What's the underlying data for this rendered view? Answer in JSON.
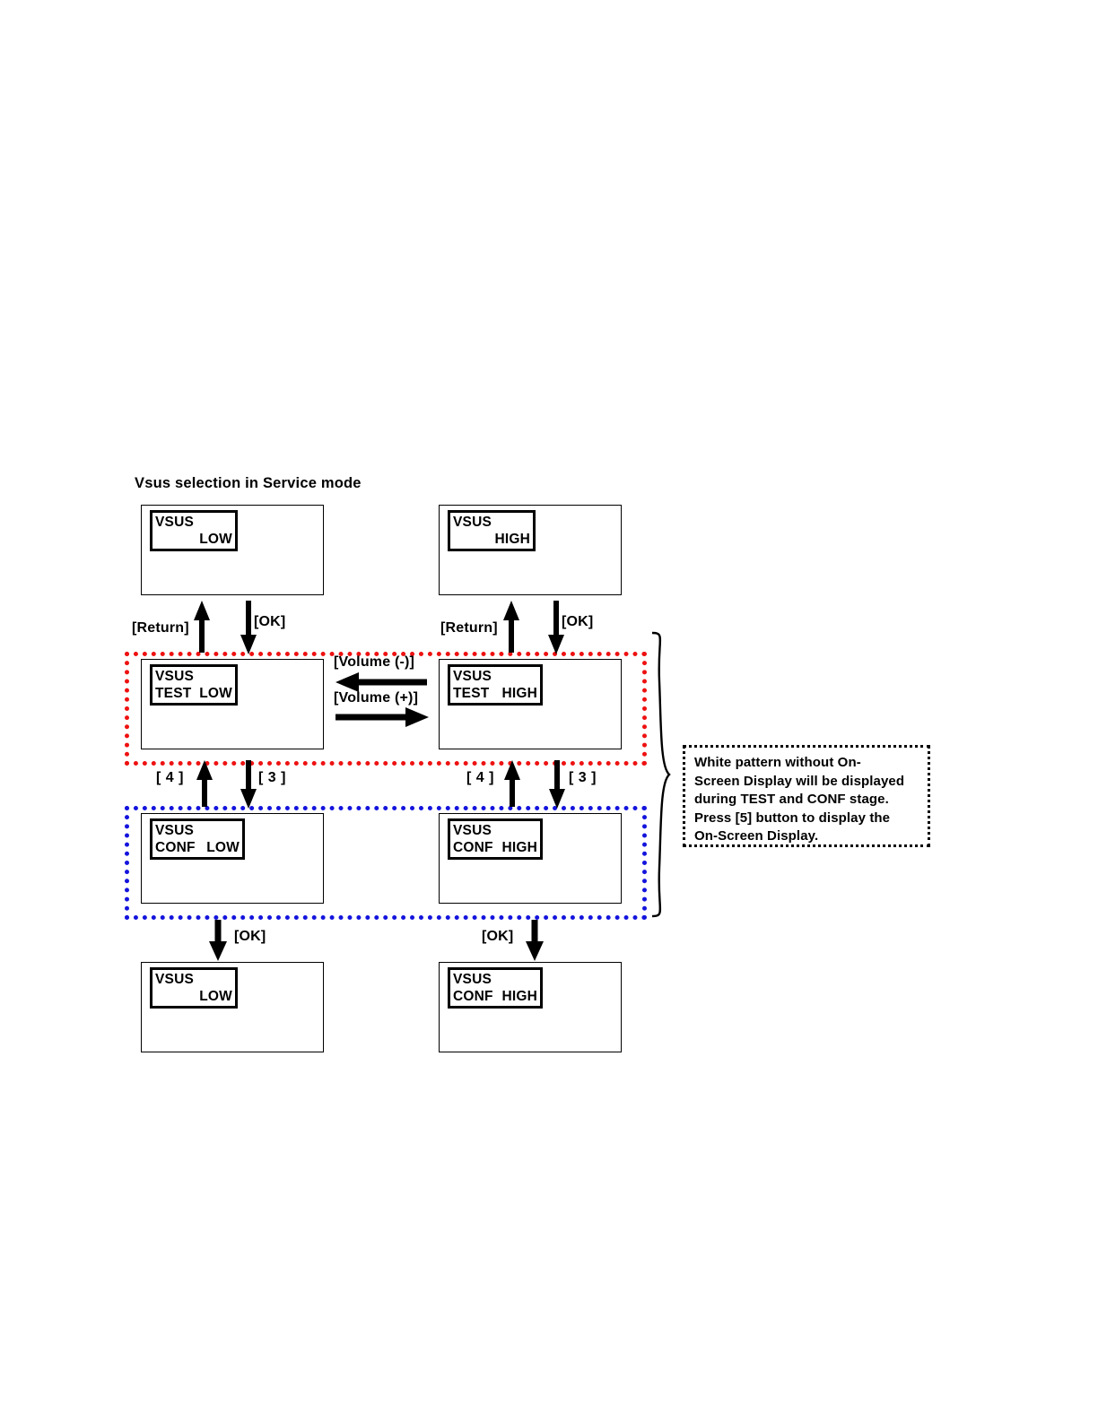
{
  "diagram": {
    "title": "Vsus selection in Service mode",
    "note": {
      "lines": [
        "White pattern without On-",
        "Screen Display will be displayed",
        "during TEST and CONF stage.",
        "Press [5] button to display the",
        "On-Screen Display."
      ]
    },
    "colors": {
      "test_group_border": "#ee1111",
      "conf_group_border": "#1414dd",
      "note_border": "#000000",
      "box_border": "#000000"
    },
    "screens": [
      {
        "id": "vsus-low",
        "osd_title": "VSUS",
        "osd_mode": "",
        "osd_value": "LOW",
        "layout": "value-right"
      },
      {
        "id": "vsus-high",
        "osd_title": "VSUS",
        "osd_mode": "",
        "osd_value": "HIGH",
        "layout": "value-right"
      },
      {
        "id": "vsus-test-low",
        "osd_title": "VSUS",
        "osd_mode": "TEST",
        "osd_value": "LOW",
        "layout": "mode-value"
      },
      {
        "id": "vsus-test-high",
        "osd_title": "VSUS",
        "osd_mode": "TEST",
        "osd_value": "HIGH",
        "layout": "mode-value"
      },
      {
        "id": "vsus-conf-low",
        "osd_title": "VSUS",
        "osd_mode": "CONF",
        "osd_value": "LOW",
        "layout": "mode-value"
      },
      {
        "id": "vsus-conf-high",
        "osd_title": "VSUS",
        "osd_mode": "CONF",
        "osd_value": "HIGH",
        "layout": "mode-value"
      },
      {
        "id": "vsus-final-low",
        "osd_title": "VSUS",
        "osd_mode": "",
        "osd_value": "LOW",
        "layout": "value-right"
      },
      {
        "id": "vsus-final-conf-high",
        "osd_title": "VSUS",
        "osd_mode": "CONF",
        "osd_value": "HIGH",
        "layout": "mode-value"
      }
    ],
    "transitions": {
      "return_left": "[Return]",
      "ok_left": "[OK]",
      "return_right": "[Return]",
      "ok_right": "[OK]",
      "key4_left": "[ 4 ]",
      "key3_left": "[ 3 ]",
      "key4_right": "[ 4 ]",
      "key3_right": "[ 3 ]",
      "volume_minus": "[Volume (-)]",
      "volume_plus": "[Volume (+)]",
      "ok_bottom_left": "[OK]",
      "ok_bottom_right": "[OK]"
    }
  }
}
